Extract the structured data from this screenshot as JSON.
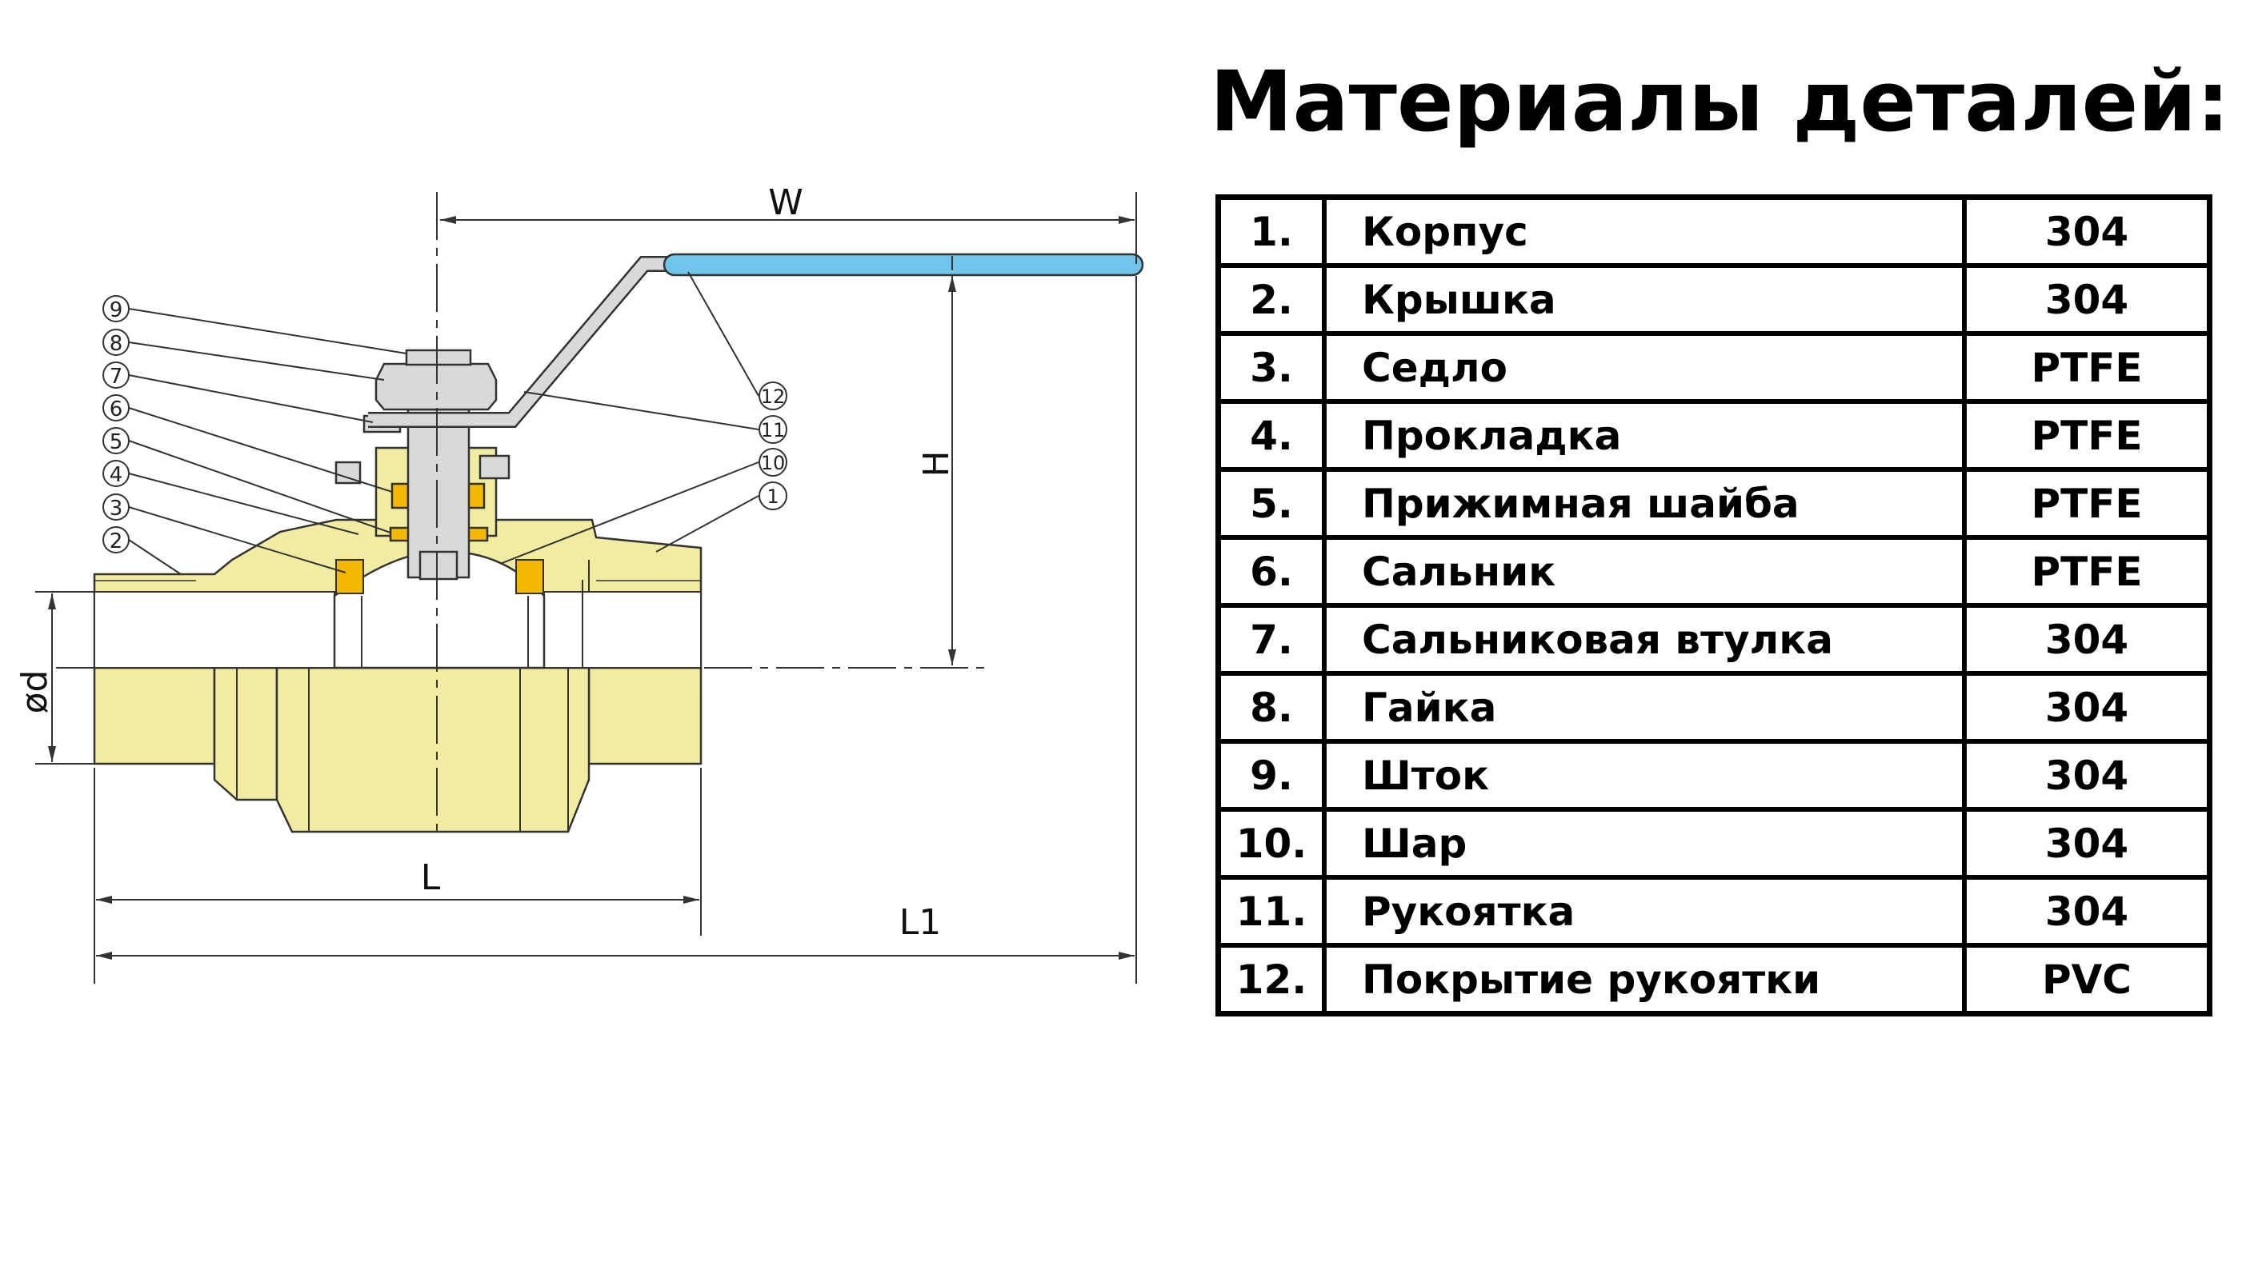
{
  "title": "Материалы деталей:",
  "parts": [
    {
      "num": "1.",
      "name": "Корпус",
      "material": "304"
    },
    {
      "num": "2.",
      "name": "Крышка",
      "material": "304"
    },
    {
      "num": "3.",
      "name": "Седло",
      "material": "PTFE"
    },
    {
      "num": "4.",
      "name": "Прокладка",
      "material": "PTFE"
    },
    {
      "num": "5.",
      "name": "Прижимная шайба",
      "material": "PTFE"
    },
    {
      "num": "6.",
      "name": "Сальник",
      "material": "PTFE"
    },
    {
      "num": "7.",
      "name": "Сальниковая втулка",
      "material": "304"
    },
    {
      "num": "8.",
      "name": "Гайка",
      "material": "304"
    },
    {
      "num": "9.",
      "name": "Шток",
      "material": "304"
    },
    {
      "num": "10.",
      "name": "Шар",
      "material": "304"
    },
    {
      "num": "11.",
      "name": "Рукоятка",
      "material": "304"
    },
    {
      "num": "12.",
      "name": "Покрытие рукоятки",
      "material": "PVC"
    }
  ],
  "dimensions": {
    "w": "W",
    "h": "H",
    "l": "L",
    "l1": "L1",
    "d": "ød"
  },
  "callouts_left": [
    "9",
    "8",
    "7",
    "6",
    "5",
    "4",
    "3",
    "2"
  ],
  "callouts_right": [
    "12",
    "11",
    "10",
    "1"
  ],
  "colors": {
    "body": "#f2eca2",
    "seal": "#f5b800",
    "handle_cover": "#6fc6ea",
    "metal": "#d9d9d9",
    "line": "#333333"
  }
}
